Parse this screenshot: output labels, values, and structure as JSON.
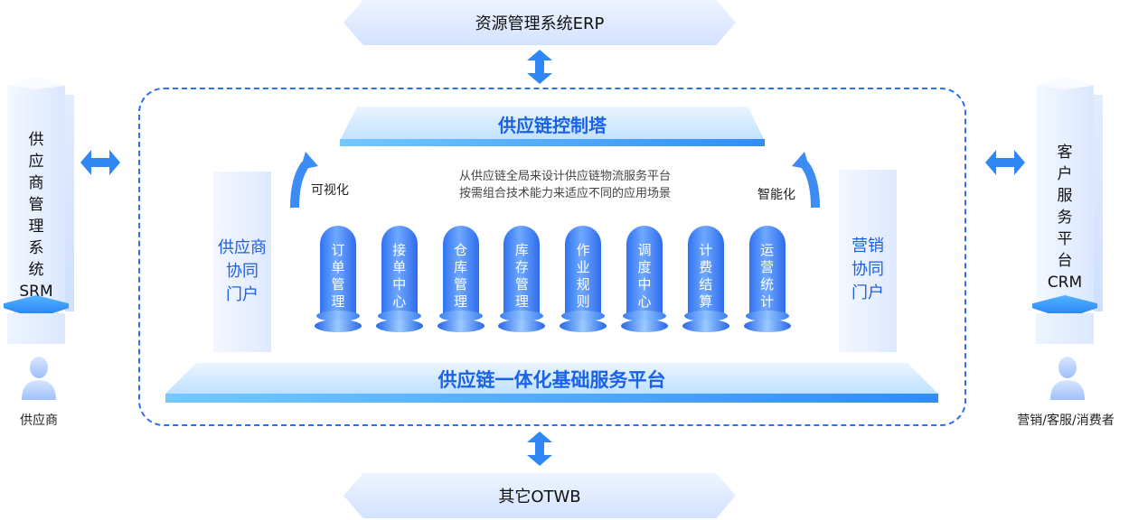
{
  "top_banner": {
    "label": "资源管理系统ERP"
  },
  "bottom_banner": {
    "label": "其它OTWB"
  },
  "control_tower": {
    "label": "供应链控制塔"
  },
  "base_platform": {
    "label": "供应链一体化基础服务平台"
  },
  "description": {
    "line1": "从供应链全局来设计供应链物流服务平台",
    "line2": "按需组合技术能力来适应不同的应用场景"
  },
  "left_arrow_caption": "可视化",
  "right_arrow_caption": "智能化",
  "left_system": {
    "lines": [
      "供",
      "应",
      "商",
      "管",
      "理",
      "系",
      "统",
      "SRM"
    ]
  },
  "right_system": {
    "lines": [
      "客",
      "户",
      "服",
      "务",
      "平",
      "台",
      "CRM"
    ]
  },
  "left_portal": {
    "lines": [
      "供应商",
      "协同",
      "门户"
    ]
  },
  "right_portal": {
    "lines": [
      "营销",
      "协同",
      "门户"
    ]
  },
  "modules": [
    {
      "lines": [
        "订",
        "单",
        "管",
        "理"
      ]
    },
    {
      "lines": [
        "接",
        "单",
        "中",
        "心"
      ]
    },
    {
      "lines": [
        "仓",
        "库",
        "管",
        "理"
      ]
    },
    {
      "lines": [
        "库",
        "存",
        "管",
        "理"
      ]
    },
    {
      "lines": [
        "作",
        "业",
        "规",
        "则"
      ]
    },
    {
      "lines": [
        "调",
        "度",
        "中",
        "心"
      ]
    },
    {
      "lines": [
        "计",
        "费",
        "结",
        "算"
      ]
    },
    {
      "lines": [
        "运",
        "营",
        "统",
        "计"
      ]
    }
  ],
  "left_person": {
    "label": "供应商"
  },
  "right_person": {
    "label": "营销/客服/消费者"
  },
  "colors": {
    "accent": "#2b6ff3",
    "label_blue": "#1a62e8",
    "pillar": "#2f73f0"
  },
  "icons": [
    "double-arrow-icon",
    "curved-arrow-up-icon",
    "person-icon"
  ]
}
